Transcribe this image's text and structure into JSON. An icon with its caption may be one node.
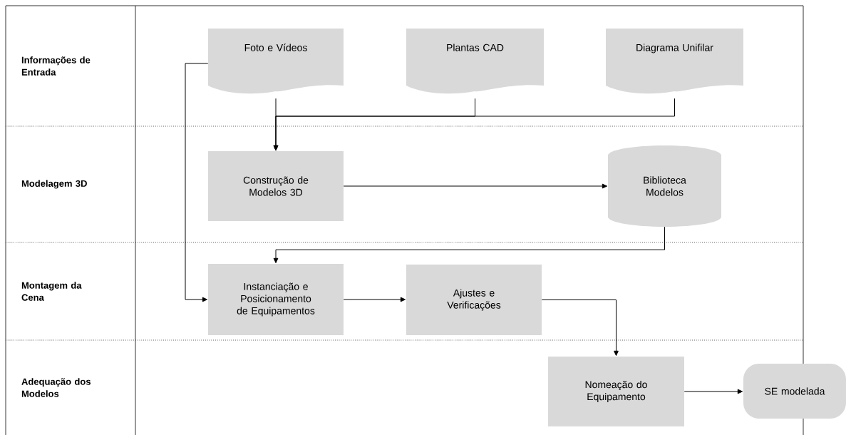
{
  "diagram": {
    "nodes": [
      {
        "text": [
          "Informações de Entrada"
        ]
      },
      {
        "text": [
          "Foto e Vídeos"
        ],
        "in": 0
      },
      {
        "text": [
          "Plantas CAD"
        ],
        "in": 0
      },
      {
        "text": [
          "Diagrama Unifilar"
        ],
        "in": 0
      },
      {
        "text": [
          "Modelagem 3D"
        ]
      },
      {
        "text": [
          "Construção de Modelos 3D"
        ],
        "in": 4
      },
      {
        "text": [
          "Biblioteca Modelos"
        ],
        "in": 4
      },
      {
        "text": [
          "Montagem da Cena"
        ]
      },
      {
        "text": [
          "Instanciação e Posicionamento de Equipamentos"
        ],
        "in": 7
      },
      {
        "text": [
          "Ajustes e Verificações"
        ],
        "in": 7
      },
      {
        "text": [
          "Adequação dos Modelos"
        ]
      },
      {
        "text": [
          "Nomeação do Equipamento"
        ],
        "in": 10
      },
      {
        "text": [
          "SE modelada"
        ]
      }
    ],
    "edges": [
      {
        "from": 1,
        "to": 5,
        "arrow": "to"
      },
      {
        "from": 2,
        "to": 5,
        "arrow": "to"
      },
      {
        "from": 3,
        "to": 5,
        "arrow": "to"
      },
      {
        "from": 5,
        "to": 6,
        "arrow": "to"
      },
      {
        "from": 6,
        "to": 8,
        "arrow": "to"
      },
      {
        "from": 1,
        "to": 8,
        "arrow": "to"
      },
      {
        "from": 8,
        "to": 9,
        "arrow": "to"
      },
      {
        "from": 9,
        "to": 11,
        "arrow": "to"
      },
      {
        "from": 11,
        "to": 12,
        "arrow": "to"
      }
    ]
  }
}
